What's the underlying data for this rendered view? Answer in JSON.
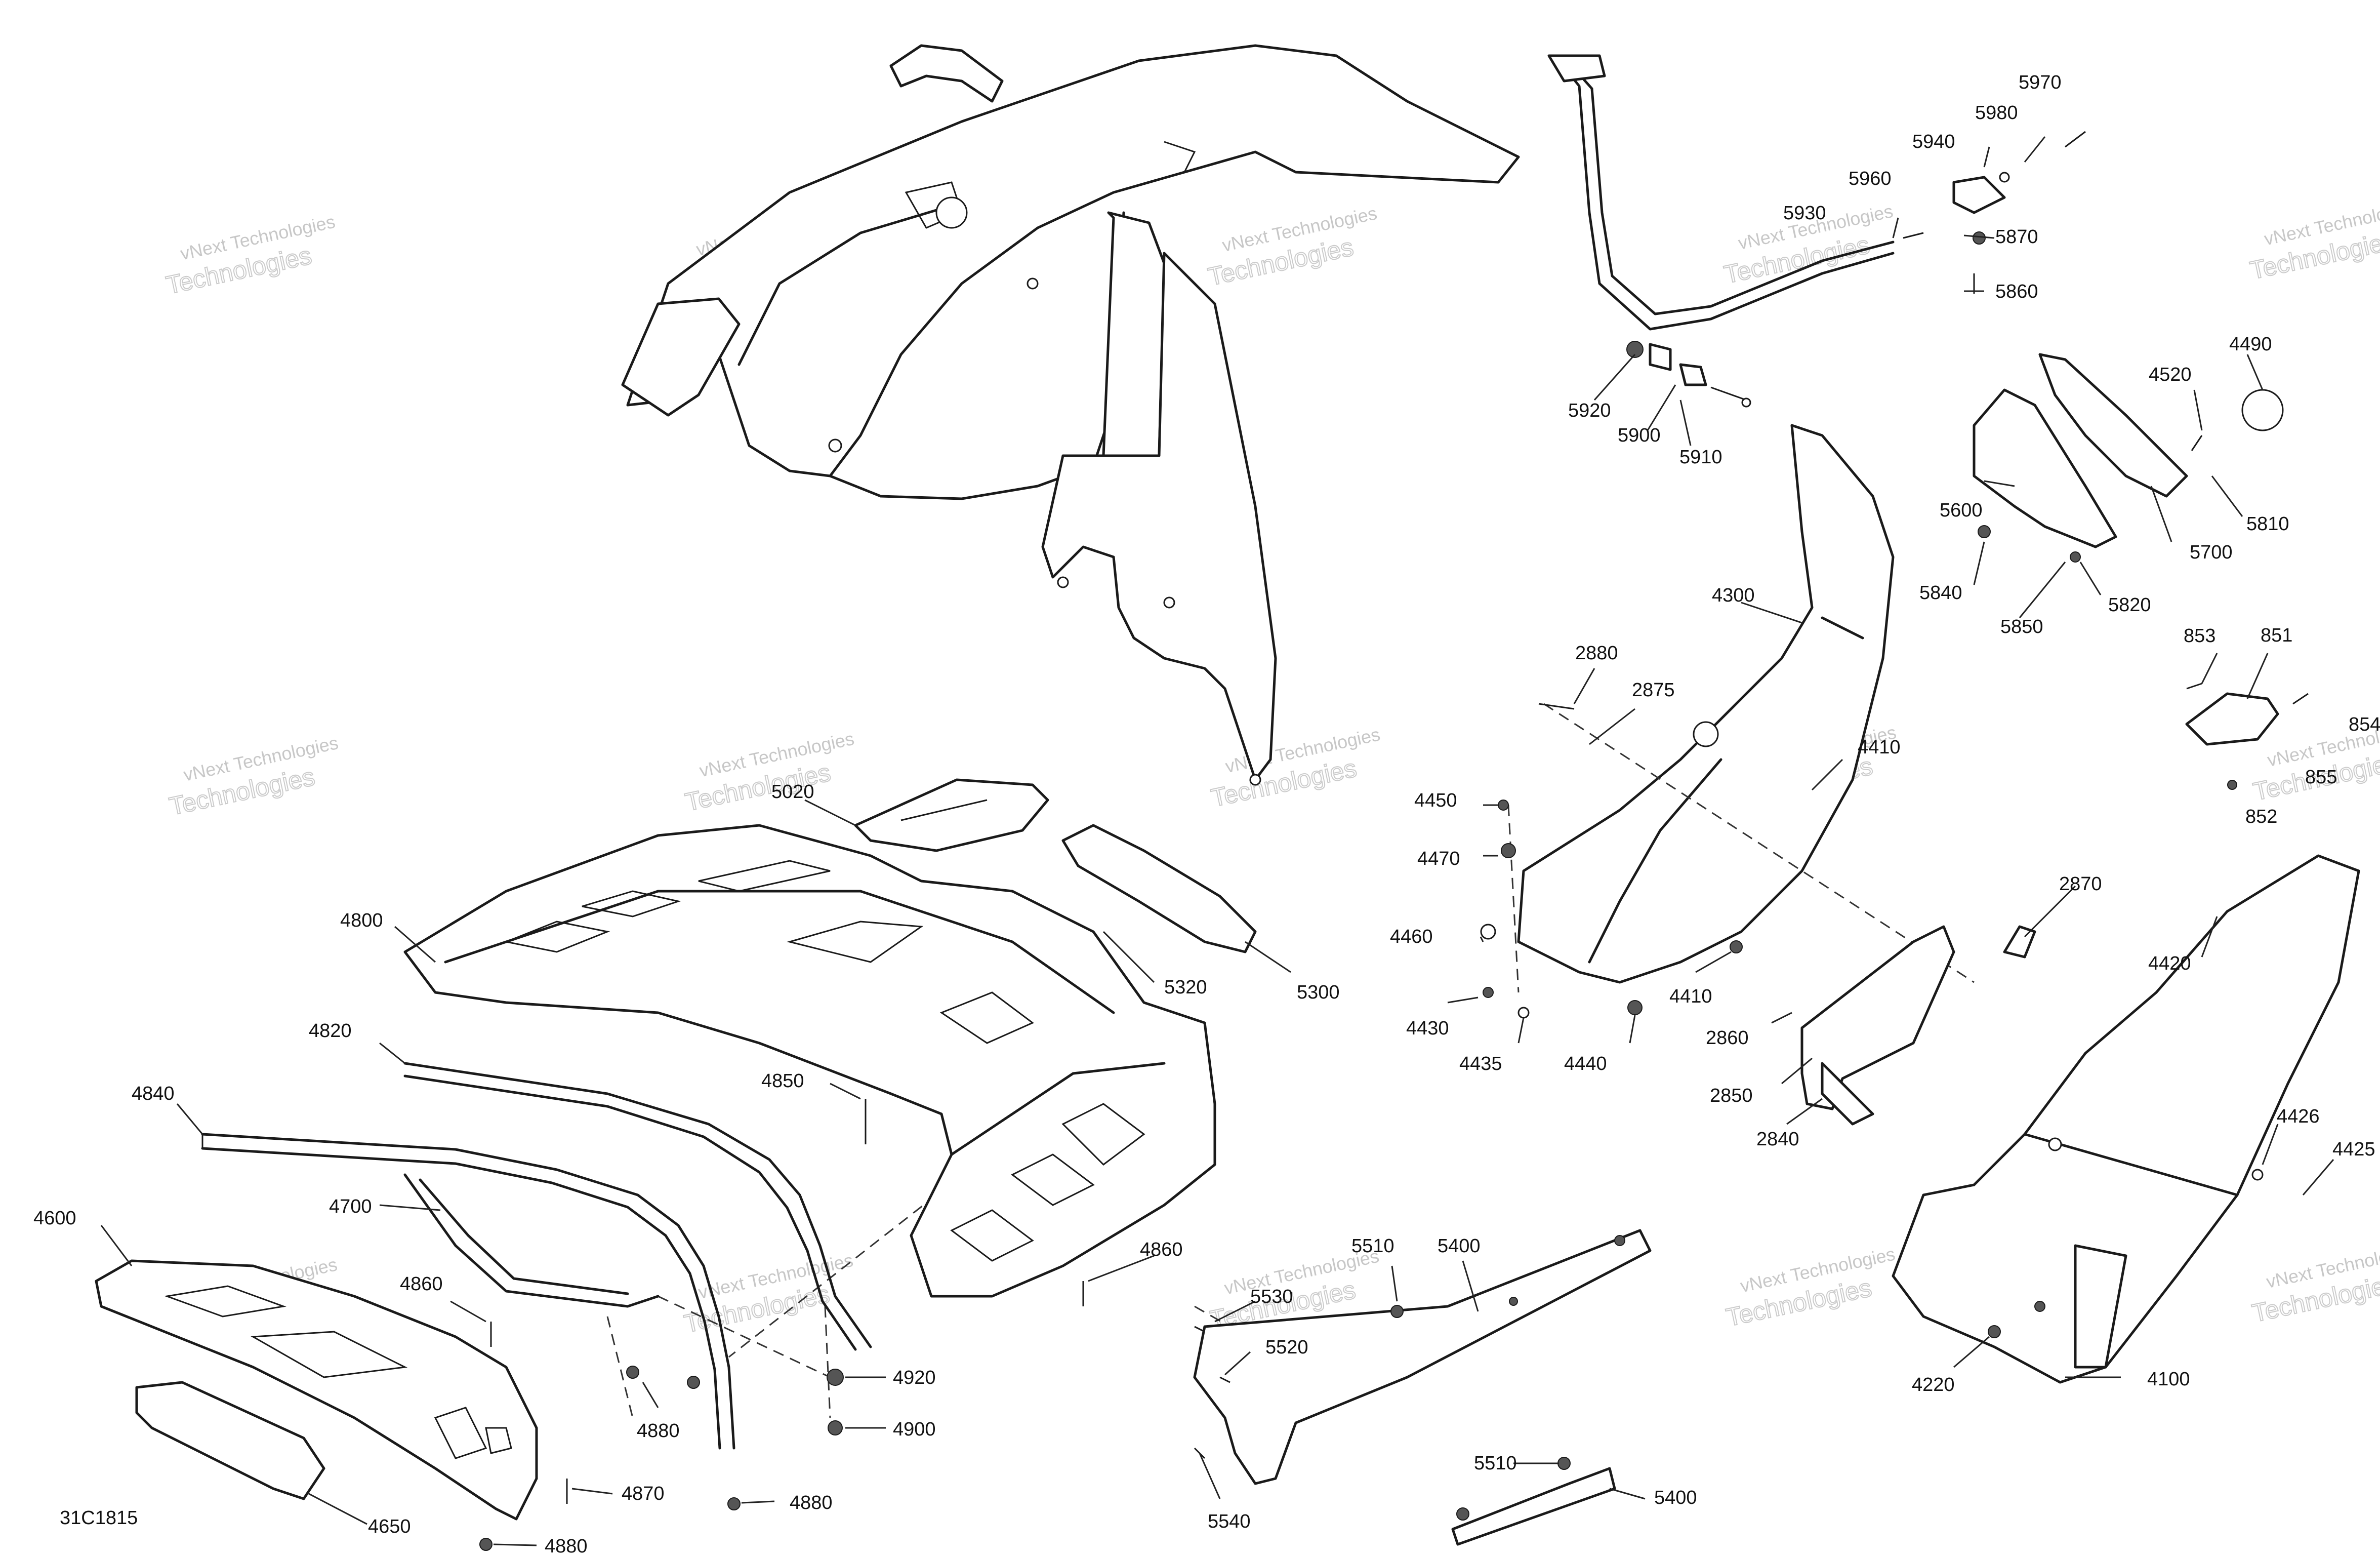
{
  "diagram_code": "31C1815",
  "watermark": {
    "line1": "vNext Technologies",
    "line2": "Technologies"
  },
  "labels": [
    {
      "id": "l5970",
      "text": "5970"
    },
    {
      "id": "l5980",
      "text": "5980"
    },
    {
      "id": "l5940",
      "text": "5940"
    },
    {
      "id": "l5960",
      "text": "5960"
    },
    {
      "id": "l5930",
      "text": "5930"
    },
    {
      "id": "l5870",
      "text": "5870"
    },
    {
      "id": "l5860",
      "text": "5860"
    },
    {
      "id": "l5920",
      "text": "5920"
    },
    {
      "id": "l5900",
      "text": "5900"
    },
    {
      "id": "l5910",
      "text": "5910"
    },
    {
      "id": "l4490",
      "text": "4490"
    },
    {
      "id": "l4520",
      "text": "4520"
    },
    {
      "id": "l5600",
      "text": "5600"
    },
    {
      "id": "l5700",
      "text": "5700"
    },
    {
      "id": "l5810",
      "text": "5810"
    },
    {
      "id": "l5840",
      "text": "5840"
    },
    {
      "id": "l5820",
      "text": "5820"
    },
    {
      "id": "l5850",
      "text": "5850"
    },
    {
      "id": "l4300",
      "text": "4300"
    },
    {
      "id": "l853",
      "text": "853"
    },
    {
      "id": "l851",
      "text": "851"
    },
    {
      "id": "l854",
      "text": "854"
    },
    {
      "id": "l855",
      "text": "855"
    },
    {
      "id": "l852",
      "text": "852"
    },
    {
      "id": "l2880",
      "text": "2880"
    },
    {
      "id": "l2875",
      "text": "2875"
    },
    {
      "id": "l4410a",
      "text": "4410"
    },
    {
      "id": "l4450",
      "text": "4450"
    },
    {
      "id": "l4470",
      "text": "4470"
    },
    {
      "id": "l4460",
      "text": "4460"
    },
    {
      "id": "l4430",
      "text": "4430"
    },
    {
      "id": "l4435",
      "text": "4435"
    },
    {
      "id": "l4440",
      "text": "4440"
    },
    {
      "id": "l4410b",
      "text": "4410"
    },
    {
      "id": "l2870",
      "text": "2870"
    },
    {
      "id": "l2860",
      "text": "2860"
    },
    {
      "id": "l2850",
      "text": "2850"
    },
    {
      "id": "l2840",
      "text": "2840"
    },
    {
      "id": "l4420",
      "text": "4420"
    },
    {
      "id": "l4426",
      "text": "4426"
    },
    {
      "id": "l4425",
      "text": "4425"
    },
    {
      "id": "l4220",
      "text": "4220"
    },
    {
      "id": "l4100",
      "text": "4100"
    },
    {
      "id": "l5020",
      "text": "5020"
    },
    {
      "id": "l4800",
      "text": "4800"
    },
    {
      "id": "l5320",
      "text": "5320"
    },
    {
      "id": "l5300",
      "text": "5300"
    },
    {
      "id": "l4820",
      "text": "4820"
    },
    {
      "id": "l4840",
      "text": "4840"
    },
    {
      "id": "l4850",
      "text": "4850"
    },
    {
      "id": "l4700",
      "text": "4700"
    },
    {
      "id": "l4600",
      "text": "4600"
    },
    {
      "id": "l4860a",
      "text": "4860"
    },
    {
      "id": "l4860b",
      "text": "4860"
    },
    {
      "id": "l4920",
      "text": "4920"
    },
    {
      "id": "l4900",
      "text": "4900"
    },
    {
      "id": "l4880a",
      "text": "4880"
    },
    {
      "id": "l4870",
      "text": "4870"
    },
    {
      "id": "l4880b",
      "text": "4880"
    },
    {
      "id": "l4880c",
      "text": "4880"
    },
    {
      "id": "l4650",
      "text": "4650"
    },
    {
      "id": "l5510a",
      "text": "5510"
    },
    {
      "id": "l5400a",
      "text": "5400"
    },
    {
      "id": "l5530",
      "text": "5530"
    },
    {
      "id": "l5520",
      "text": "5520"
    },
    {
      "id": "l5540",
      "text": "5540"
    },
    {
      "id": "l5510b",
      "text": "5510"
    },
    {
      "id": "l5400b",
      "text": "5400"
    }
  ]
}
